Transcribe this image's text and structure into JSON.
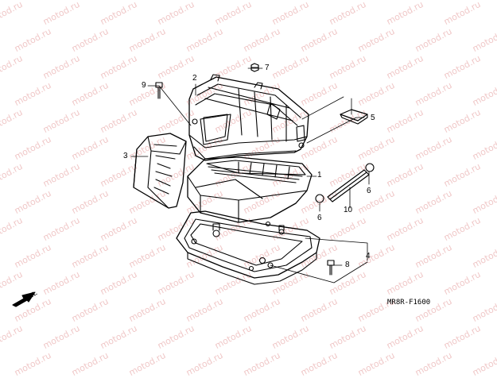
{
  "watermark": "motod.ru",
  "callouts": {
    "c1": "1",
    "c2": "2",
    "c3": "3",
    "c4": "4",
    "c5": "5",
    "c6a": "6",
    "c6b": "6",
    "c7": "7",
    "c8": "8",
    "c9": "9",
    "c10": "10"
  },
  "diagram_code": "MR8R-F1600",
  "direction_label": "FR."
}
